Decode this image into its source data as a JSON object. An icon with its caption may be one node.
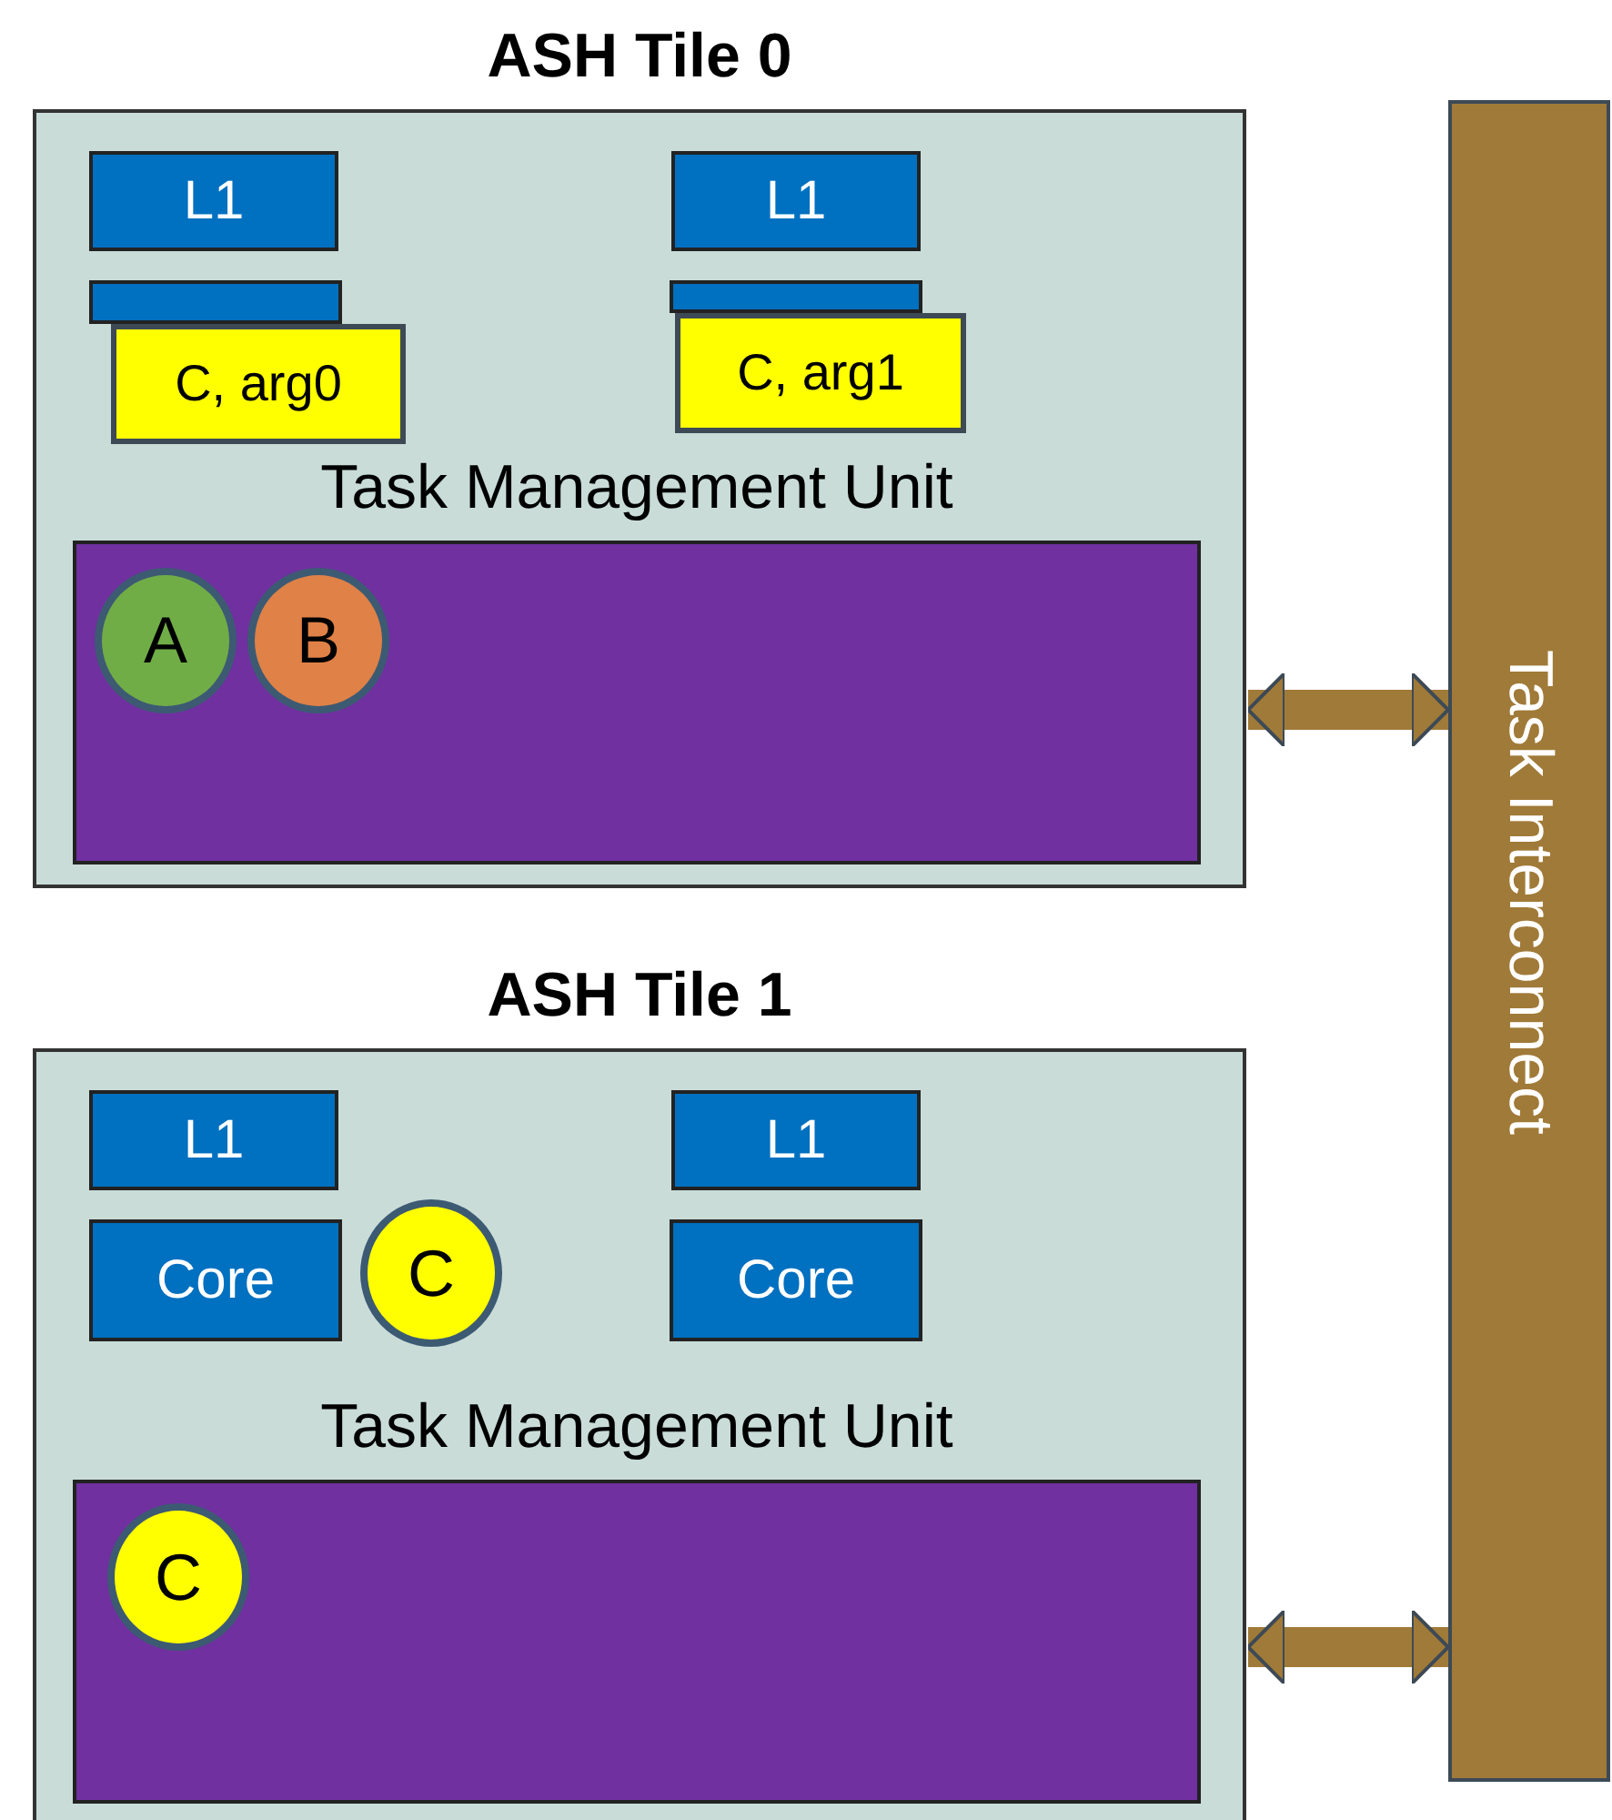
{
  "diagram": {
    "nodes": [
      {
        "text": [
          "ASH Tile 0"
        ]
      },
      {
        "text": [
          "L1"
        ],
        "in": 0
      },
      {
        "text": [],
        "shape": "box",
        "in": 0
      },
      {
        "text": [
          "C, arg0"
        ],
        "in": 0
      },
      {
        "text": [
          "L1"
        ],
        "in": 0
      },
      {
        "text": [],
        "shape": "box",
        "in": 0
      },
      {
        "text": [
          "C, arg1"
        ],
        "in": 0
      },
      {
        "text": [
          "Task Management Unit"
        ],
        "in": 0
      },
      {
        "text": [
          "A"
        ],
        "in": 7
      },
      {
        "text": [
          "B"
        ],
        "in": 7
      },
      {
        "text": [
          "ASH Tile 1"
        ]
      },
      {
        "text": [
          "L1"
        ],
        "in": 10
      },
      {
        "text": [
          "Core"
        ],
        "in": 10
      },
      {
        "text": [
          "C"
        ],
        "in": 10
      },
      {
        "text": [
          "L1"
        ],
        "in": 10
      },
      {
        "text": [
          "Core"
        ],
        "in": 10
      },
      {
        "text": [
          "Task Management Unit"
        ],
        "in": 10
      },
      {
        "text": [
          "C"
        ],
        "in": 16
      },
      {
        "text": [
          "Task Interconnect"
        ]
      }
    ],
    "edges": [
      {
        "from": 0,
        "to": 18,
        "arrow": "both"
      },
      {
        "from": 10,
        "to": 18,
        "arrow": "both"
      }
    ]
  }
}
